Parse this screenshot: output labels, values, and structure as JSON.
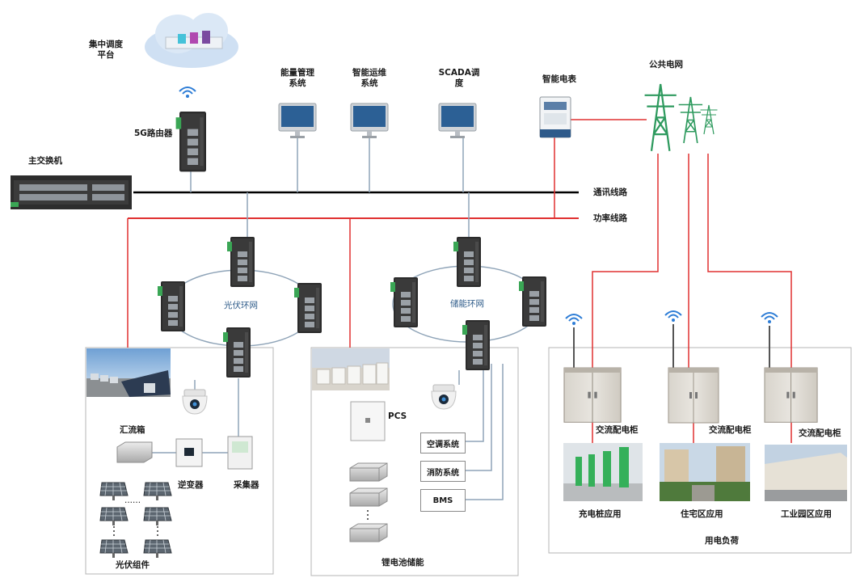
{
  "labels": {
    "dispatch_platform": "集中调度\n平台",
    "router_5g": "5G路由器",
    "main_switch": "主交换机",
    "ems": "能量管理\n系统",
    "ops": "智能运维\n系统",
    "scada": "SCADA调\n度",
    "smart_meter": "智能电表",
    "public_grid": "公共电网",
    "comm_line": "通讯线路",
    "power_line": "功率线路",
    "pv_ring": "光伏环网",
    "storage_ring": "储能环网",
    "combiner_box": "汇流箱",
    "inverter": "逆变器",
    "collector": "采集器",
    "pv_modules": "光伏组件",
    "pcs": "PCS",
    "ac_system": "空调系统",
    "fire_system": "消防系统",
    "bms": "BMS",
    "li_storage": "锂电池储能",
    "ac_cabinet_1": "交流配电柜",
    "ac_cabinet_2": "交流配电柜",
    "ac_cabinet_3": "交流配电柜",
    "ev_charging": "充电桩应用",
    "residential": "住宅区应用",
    "industrial": "工业园区应用",
    "power_load": "用电负荷"
  },
  "colors": {
    "comm_line": "#000000",
    "power_line": "#e03030",
    "data_link": "#8fa4b8",
    "group_border": "#b5b5b5"
  },
  "icons": {
    "cloud": "cloud-icon",
    "router": "router-icon",
    "switch": "industrial-switch-icon",
    "monitor": "monitor-icon",
    "meter": "electric-meter-icon",
    "tower": "transmission-tower-icon",
    "wifi": "wifi-icon",
    "camera": "dome-camera-icon",
    "solar": "solar-panel-icon",
    "battery": "battery-module-icon",
    "cabinet": "distribution-cabinet-icon"
  },
  "dots": "......"
}
